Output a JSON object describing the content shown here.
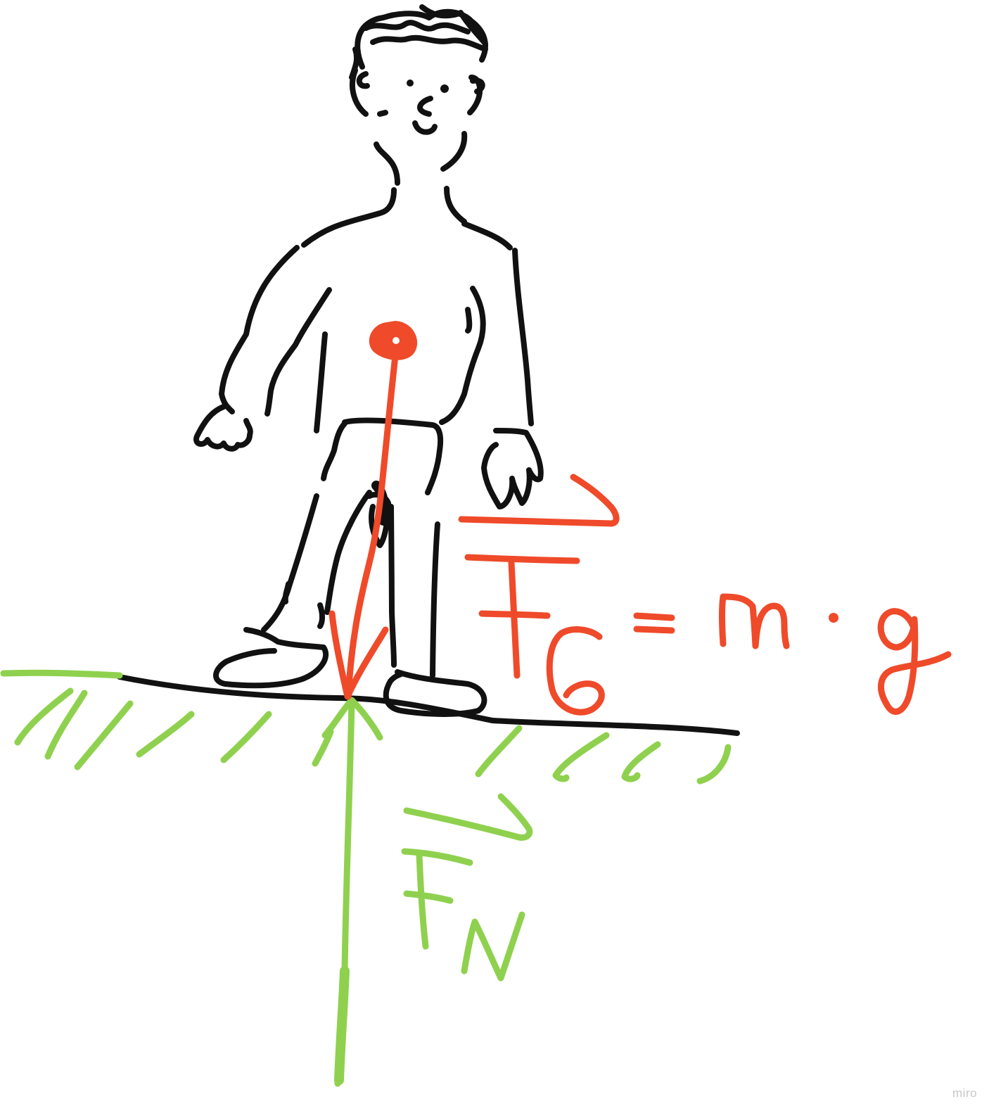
{
  "colors": {
    "background": "#ffffff",
    "figure_ink": "#111111",
    "gravity_force": "#ef4a2a",
    "normal_force_and_ground": "#8fd14f",
    "watermark": "#c8c8c8"
  },
  "labels": {
    "gravity_symbol": "F",
    "gravity_subscript": "G",
    "equals": "=",
    "mass": "m",
    "dot": "·",
    "gravity_constant": "g",
    "normal_symbol": "F",
    "normal_subscript": "N"
  },
  "watermark": "miro"
}
